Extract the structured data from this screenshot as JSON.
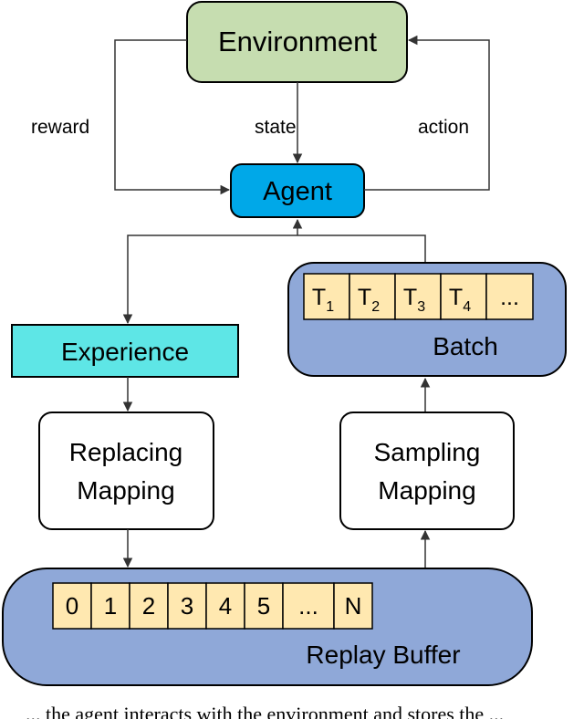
{
  "nodes": {
    "environment": "Environment",
    "agent": "Agent",
    "experience": "Experience",
    "replacing_mapping": [
      "Replacing",
      "Mapping"
    ],
    "sampling_mapping": [
      "Sampling",
      "Mapping"
    ],
    "batch": "Batch",
    "replay_buffer": "Replay Buffer"
  },
  "edges": {
    "reward": "reward",
    "state": "state",
    "action": "action"
  },
  "batch_cells": [
    {
      "base": "T",
      "sub": "1"
    },
    {
      "base": "T",
      "sub": "2"
    },
    {
      "base": "T",
      "sub": "3"
    },
    {
      "base": "T",
      "sub": "4"
    },
    {
      "base": "...",
      "sub": ""
    }
  ],
  "buffer_cells": [
    "0",
    "1",
    "2",
    "3",
    "4",
    "5",
    "...",
    "N"
  ],
  "colors": {
    "environment_fill": "#c6ddb0",
    "agent_fill": "#00a8e8",
    "experience_fill": "#5ee6e6",
    "container_fill": "#8fa8d8",
    "cell_fill": "#ffe8b0"
  },
  "caption_fragment": "... the agent interacts with the environment and stores the ..."
}
